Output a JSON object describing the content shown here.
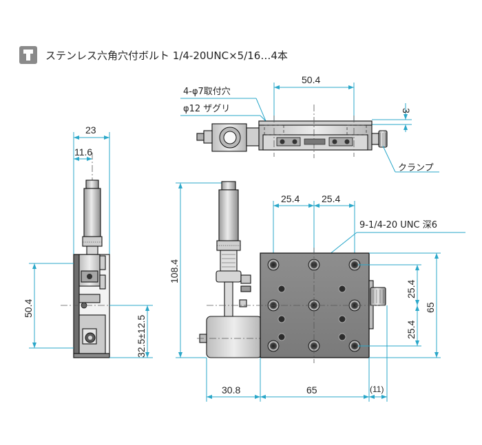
{
  "header": {
    "icon": "bolt-icon",
    "text": "ステンレス六角穴付ボルト 1/4-20UNC×5/16…4本"
  },
  "labels": {
    "mount_holes": "4-φ7取付穴",
    "counterbore": "φ12 ザグリ",
    "clamp": "クランプ",
    "tapped_holes": "9-1/4-20 UNC 深6"
  },
  "dimensions": {
    "top_width": "50.4",
    "top_offset": "3",
    "side_width": "23",
    "side_center": "11.6",
    "side_height": "50.4",
    "side_travel": "32.5±12.5",
    "total_height": "108.4",
    "pitch_left": "25.4",
    "pitch_right": "25.4",
    "pitch_v_top": "25.4",
    "pitch_v_bottom": "25.4",
    "table_height": "65",
    "bottom_left": "30.8",
    "bottom_table": "65",
    "bottom_clamp": "(11)"
  },
  "colors": {
    "dimension_line": "#2aa7c9",
    "outline": "#111111",
    "body_light": "#d9d9d9",
    "body_dark": "#8a8a8a"
  }
}
